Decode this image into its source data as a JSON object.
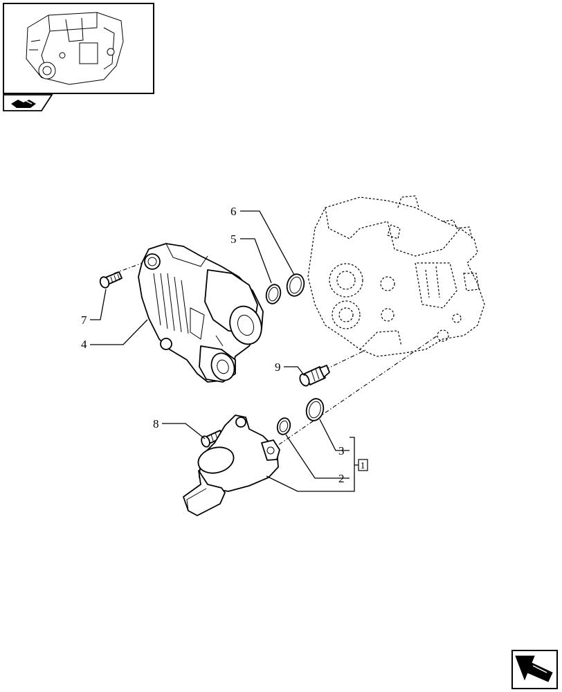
{
  "callouts": [
    {
      "id": "1",
      "label": "1",
      "boxed": true
    },
    {
      "id": "2",
      "label": "2"
    },
    {
      "id": "3",
      "label": "3"
    },
    {
      "id": "4",
      "label": "4"
    },
    {
      "id": "5",
      "label": "5"
    },
    {
      "id": "6",
      "label": "6"
    },
    {
      "id": "7",
      "label": "7"
    },
    {
      "id": "8",
      "label": "8"
    },
    {
      "id": "9",
      "label": "9"
    }
  ],
  "icons": {
    "thumbnail": "engine-thumbnail-icon",
    "section_tab": "section-tab-icon",
    "nav": "next-page-arrow-icon"
  },
  "colors": {
    "line": "#000000",
    "background": "#ffffff"
  }
}
